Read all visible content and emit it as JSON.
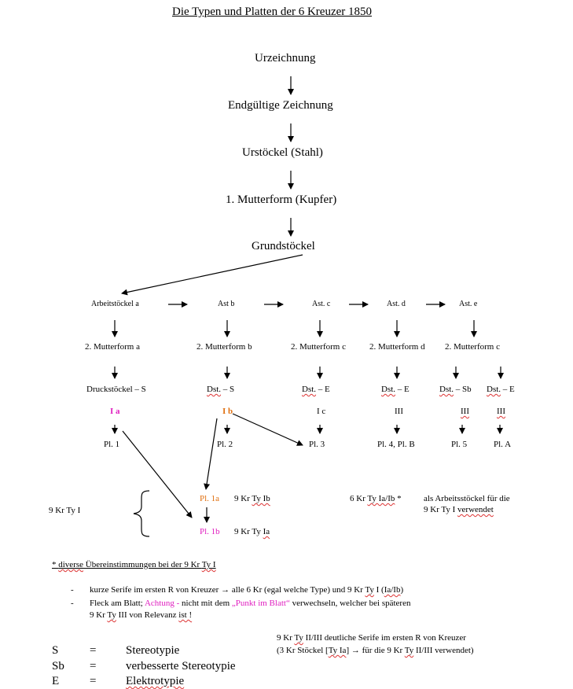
{
  "title": "Die Typen und Platten der 6 Kreuzer 1850",
  "chain": {
    "s1": "Urzeichnung",
    "s2": "Endgültige Zeichnung",
    "s3": "Urstöckel (Stahl)",
    "s4": "1. Mutterform (Kupfer)",
    "s5": "Grundstöckel"
  },
  "row1": [
    "Arbeitstöckel a",
    "Ast b",
    "Ast. c",
    "Ast. d",
    "Ast. e"
  ],
  "row2": [
    "2. Mutterform a",
    "2. Mutterform b",
    "2. Mutterform c",
    "2. Mutterform d",
    "2. Mutterform c"
  ],
  "row3": {
    "a": "Druckstöckel – S",
    "b_pre": "Dst.",
    "b_suf": " – S",
    "c_pre": "Dst.",
    "c_suf": " – E",
    "d_pre": "Dst.",
    "d_suf": " – E",
    "e1_pre": "Dst.",
    "e1_suf": " – Sb",
    "e2_pre": "Dst.",
    "e2_suf": " – E"
  },
  "row4": [
    "I a",
    "I b",
    "I c",
    "III",
    "III",
    "III"
  ],
  "row5": [
    "Pl. 1",
    "Pl. 2",
    "Pl. 3",
    "Pl. 4, Pl. B",
    "Pl. 5",
    "Pl. A"
  ],
  "group": {
    "left_label": "9 Kr Ty I",
    "pl1a": "Pl. 1a",
    "pl1a_desc_pre": "9 Kr ",
    "pl1a_desc_ty": "Ty Ib",
    "pl1b": "Pl. 1b",
    "pl1b_desc_pre": "9 Kr Ty ",
    "pl1b_desc_ty": "Ia"
  },
  "note_right": {
    "pre": "6 Kr ",
    "ty": "Ty Ia/Ib",
    "star": " *",
    "l1": "als Arbeitsstöckel für die",
    "l2_pre": "9 Kr Ty I ",
    "l2_w": "verwendet"
  },
  "footnote": {
    "star": "* ",
    "w1": "diverse",
    "mid": " Übereinstimmungen  bei der 9 Kr ",
    "w2": "Ty I"
  },
  "bullets": {
    "dash": "-",
    "b1_pre": "kurze Serife im ersten R von Kreuzer → alle 6 Kr (egal welche Type) und 9 Kr ",
    "b1_ty": "Ty",
    "b1_mid": " I (",
    "b1_w": "Ia/Ib",
    "b1_end": ")",
    "b2_pre": "Fleck am Blatt; ",
    "b2_achtung": "Achtung",
    "b2_dash": " - ",
    "b2_mid": " nicht mit dem ",
    "b2_quote": "„Punkt im Blatt“",
    "b2_end": " verwechseln, welcher bei späteren",
    "b3_pre": "9 Kr ",
    "b3_ty": "Ty",
    "b3_mid": " III von Relevanz ",
    "b3_w": "ist !"
  },
  "bottom_note": {
    "l1_pre": "9 Kr ",
    "l1_ty": "Ty",
    "l1_end": " II/III   deutliche Serife im ersten R von Kreuzer",
    "l2_pre": "(3 Kr Stöckel [",
    "l2_ty": "Ty Ia",
    "l2_mid": "] → für die 9 Kr ",
    "l2_ty2": "Ty",
    "l2_end": " II/III verwendet)"
  },
  "legend": [
    {
      "abbr": "S",
      "eq": "=",
      "text": "Stereotypie"
    },
    {
      "abbr": "Sb",
      "eq": "=",
      "text": "verbesserte Stereotypie"
    },
    {
      "abbr": "E",
      "eq": "=",
      "text": "Elektrotypie"
    }
  ],
  "colors": {
    "magenta": "#e020c0",
    "orange": "#e07010",
    "wavy_underline": "#d33333"
  }
}
